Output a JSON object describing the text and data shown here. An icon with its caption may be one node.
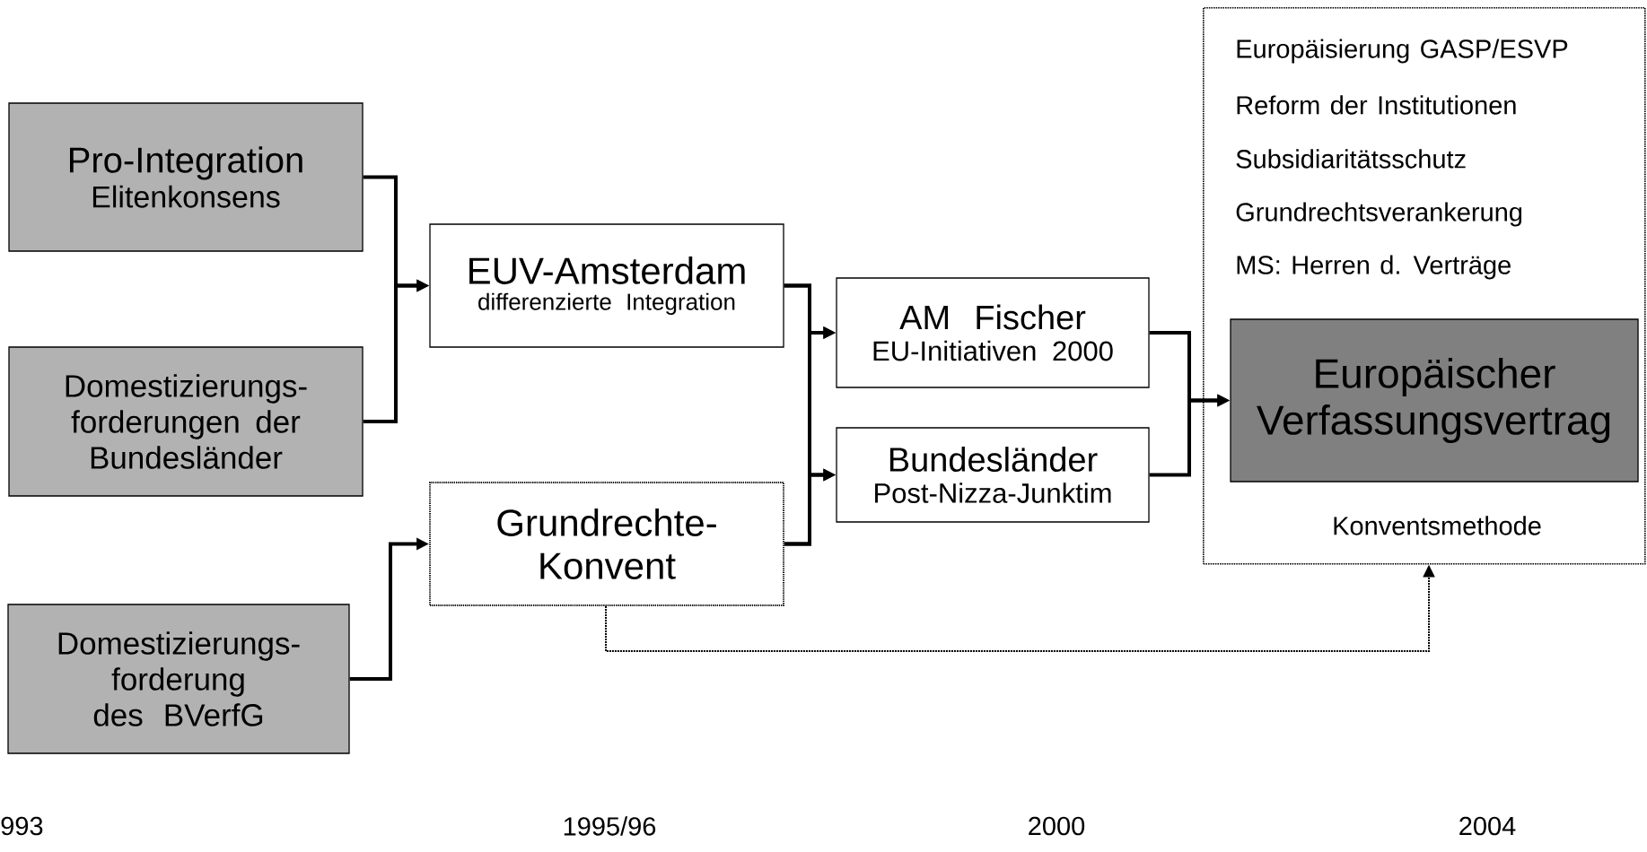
{
  "diagram": {
    "nodes": [
      {
        "text": [
          "Pro-Integration",
          "Elitenkonsens"
        ]
      },
      {
        "text": [
          "Domestizierungs- forderungen der Bundesländer"
        ]
      },
      {
        "text": [
          "Domestizierungs- forderung des BVerfG"
        ]
      },
      {
        "text": [
          "EUV-Amsterdam",
          "differenzierte Integration"
        ]
      },
      {
        "text": [
          "Grundrechte- Konvent"
        ]
      },
      {
        "text": [
          "AM Fischer",
          "EU-Initiativen 2000"
        ]
      },
      {
        "text": [
          "Bundesländer",
          "Post-Nizza-Junktim"
        ]
      },
      {
        "text": [
          "Europäisierung GASP/ESVP",
          "Reform der Institutionen",
          "Subsidiaritätsschutz",
          "Grundrechtsverankerung",
          "MS: Herren d. Verträge",
          "Konventsmethode"
        ]
      },
      {
        "text": [
          "Europäischer Verfassungsvertrag"
        ],
        "in": 7
      }
    ],
    "edges": [
      {
        "from": 0,
        "to": 3,
        "arrow": "to"
      },
      {
        "from": 1,
        "to": 3,
        "arrow": "to"
      },
      {
        "from": 2,
        "to": 4,
        "arrow": "to"
      },
      {
        "from": 3,
        "to": 5,
        "arrow": "to"
      },
      {
        "from": 3,
        "to": 6,
        "arrow": "to"
      },
      {
        "from": 4,
        "to": 5,
        "arrow": "to"
      },
      {
        "from": 4,
        "to": 6,
        "arrow": "to"
      },
      {
        "from": 5,
        "to": 8,
        "arrow": "to"
      },
      {
        "from": 6,
        "to": 8,
        "arrow": "to"
      },
      {
        "from": 4,
        "to": 7,
        "arrow": "to",
        "style": "dashed"
      }
    ],
    "labels": [
      "993",
      "1995/96",
      "2000",
      "2004"
    ]
  }
}
